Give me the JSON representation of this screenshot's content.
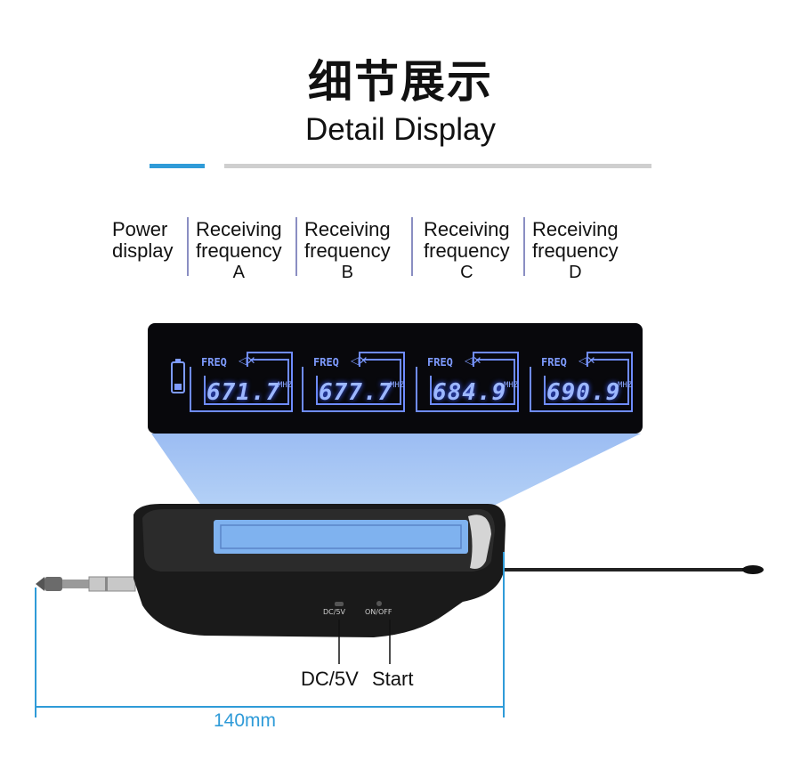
{
  "header": {
    "title_cn": "细节展示",
    "title_en": "Detail Display",
    "accent_color": "#2f9bd8"
  },
  "labels": [
    {
      "line1": "Power",
      "line2": "display",
      "channel": ""
    },
    {
      "line1": "Receiving",
      "line2": "frequency",
      "channel": "A"
    },
    {
      "line1": "Receiving",
      "line2": "frequency",
      "channel": "B"
    },
    {
      "line1": "Receiving",
      "line2": "frequency",
      "channel": "C"
    },
    {
      "line1": "Receiving",
      "line2": "frequency",
      "channel": "D"
    }
  ],
  "lcd": {
    "freq_label": "FREQ",
    "unit": "MHZ",
    "values": [
      "671.7",
      "677.7",
      "684.9",
      "690.9"
    ],
    "glow_color": "#9cb7ff"
  },
  "device": {
    "port_label": "DC/5V",
    "button_label": "Start",
    "port_marking": "DC/5V",
    "button_marking": "ON/OFF"
  },
  "measure": {
    "length": "140mm"
  }
}
